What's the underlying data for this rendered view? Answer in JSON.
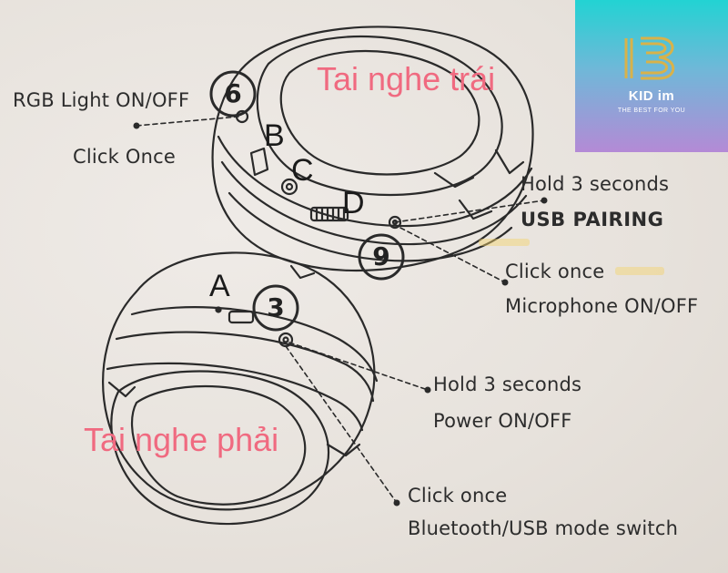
{
  "labels": {
    "left_earbud": "Tai nghe trái",
    "right_earbud": "Tai nghe phải",
    "rgb_light": "RGB Light ON/OFF",
    "rgb_click": "Click Once",
    "usb_hold": "Hold 3 seconds",
    "usb_pairing": "USB PAIRING",
    "mic_click": "Click once",
    "mic_toggle": "Microphone ON/OFF",
    "power_hold": "Hold 3 seconds",
    "power_toggle": "Power ON/OFF",
    "mode_click": "Click once",
    "mode_switch": "Bluetooth/USB mode switch"
  },
  "callouts": {
    "n6": "6",
    "n9": "9",
    "n3": "3"
  },
  "letters": {
    "a": "A",
    "b": "B",
    "c": "C",
    "d": "D"
  },
  "logo": {
    "brand": "KID im",
    "tagline": "THE BEST FOR YOU"
  },
  "colors": {
    "annotation_pink": "#f06a80",
    "logo_top": "#22d3d3",
    "logo_bottom": "#b48ad6"
  }
}
